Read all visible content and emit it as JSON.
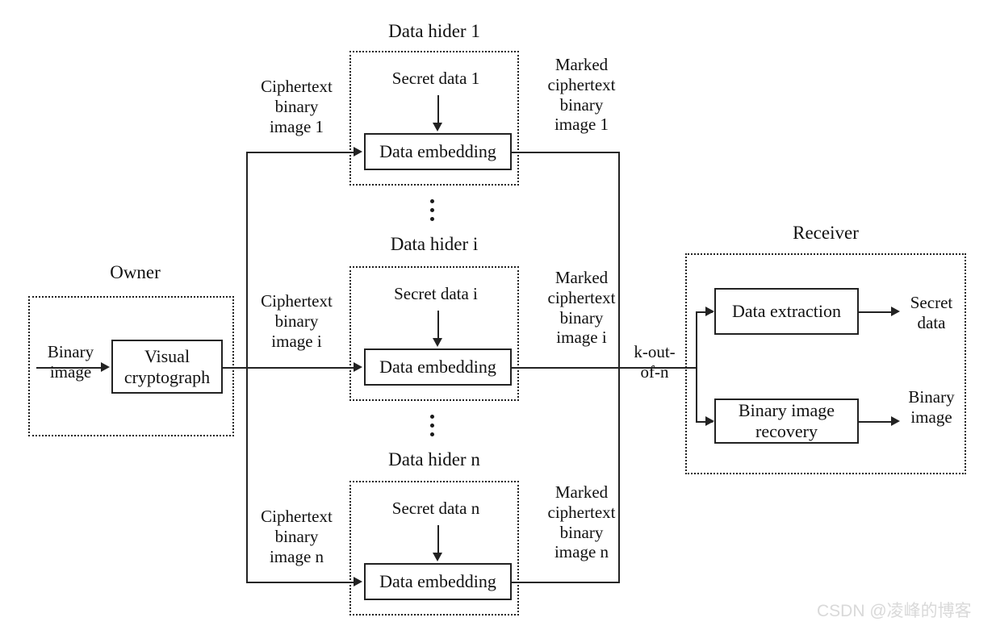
{
  "figure": {
    "type": "block-diagram",
    "background": "#ffffff",
    "line_color": "#222222",
    "watermark": "CSDN @凌峰的博客",
    "watermark_color": "#d9d9d9"
  },
  "owner": {
    "title": "Owner",
    "input_label": "Binary\nimage",
    "process": "Visual\ncryptograph"
  },
  "hiders": [
    {
      "title": "Data hider 1",
      "input_label": "Ciphertext\nbinary\nimage 1",
      "secret_label": "Secret data 1",
      "process": "Data embedding",
      "output_label": "Marked\nciphertext\nbinary\nimage 1"
    },
    {
      "title": "Data hider i",
      "input_label": "Ciphertext\nbinary\nimage i",
      "secret_label": "Secret data i",
      "process": "Data embedding",
      "output_label": "Marked\nciphertext\nbinary\nimage i"
    },
    {
      "title": "Data hider n",
      "input_label": "Ciphertext\nbinary\nimage n",
      "secret_label": "Secret data n",
      "process": "Data embedding",
      "output_label": "Marked\nciphertext\nbinary\nimage n"
    }
  ],
  "channel": {
    "label": "k-out-\nof-n"
  },
  "receiver": {
    "title": "Receiver",
    "extraction_process": "Data extraction",
    "extraction_output": "Secret\ndata",
    "recovery_process": "Binary image\nrecovery",
    "recovery_output": "Binary\nimage"
  }
}
